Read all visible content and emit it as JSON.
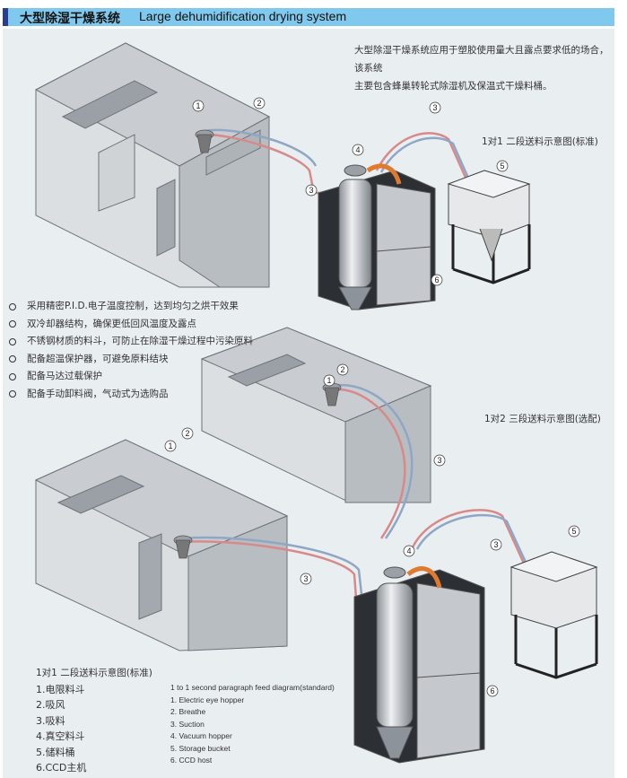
{
  "header": {
    "title_cn": "大型除湿干燥系统",
    "title_en": "Large dehumidification drying system",
    "accent": "#7fc9ee",
    "mark_color": "#2a3d8f"
  },
  "intro": {
    "line1": "大型除湿干燥系统应用于塑胶使用量大且露点要求低的场合，该系统",
    "line2": "主要包含蜂巢转轮式除湿机及保温式干燥料桶。"
  },
  "diagram1": {
    "label": "1对1 二段送料示意图(标准)",
    "callouts": [
      "1",
      "2",
      "3",
      "4",
      "5",
      "6",
      "3"
    ]
  },
  "diagram2": {
    "label": "1对2 三段送料示意图(选配)",
    "callouts": [
      "1",
      "2",
      "3",
      "1",
      "2",
      "3",
      "3",
      "4",
      "5",
      "6"
    ]
  },
  "features": [
    "采用精密P.I.D.电子温度控制，达到均匀之烘干效果",
    "双冷却器结构，确保更低回风温度及露点",
    "不锈钢材质的料斗，可防止在除湿干燥过程中污染原料",
    "配备超温保护器，可避免原料结块",
    "配备马达过载保护",
    "配备手动卸料阀，气动式为选购品"
  ],
  "legend_cn": {
    "title": "1对1 二段送料示意图(标准)",
    "items": [
      "1.电限料斗",
      "2.吸风",
      "3.吸料",
      "4.真空料斗",
      "5.储料桶",
      "6.CCD主机"
    ]
  },
  "legend_en": {
    "title": "1 to  1 second paragraph feed diagram(standard)",
    "items": [
      "1. Electric eye hopper",
      "2. Breathe",
      "3. Suction",
      "4. Vacuum hopper",
      "5. Storage bucket",
      "6. CCD host"
    ]
  }
}
